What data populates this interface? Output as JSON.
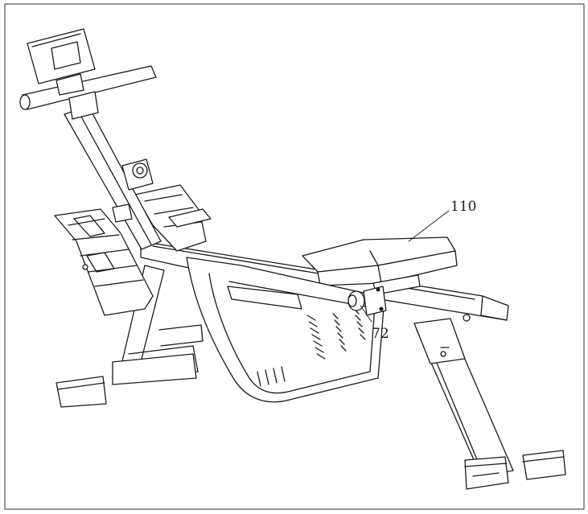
{
  "figure": {
    "labels": [
      {
        "id": "label-110",
        "text": "110"
      },
      {
        "id": "label-72",
        "text": "72"
      }
    ]
  }
}
